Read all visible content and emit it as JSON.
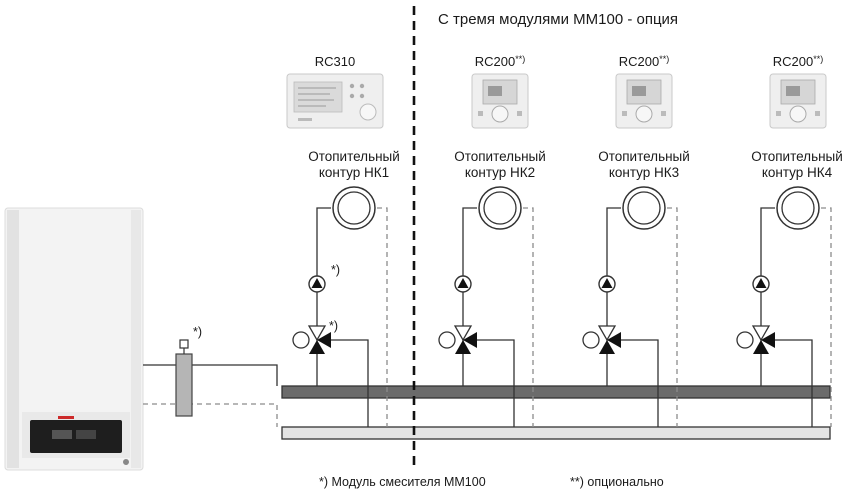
{
  "header": "С тремя модулями MM100 - опция",
  "controllers": [
    {
      "name": "RC310",
      "sup": ""
    },
    {
      "name": "RC200",
      "sup": "**)"
    },
    {
      "name": "RC200",
      "sup": "**)"
    },
    {
      "name": "RC200",
      "sup": "**)"
    }
  ],
  "circuits": [
    {
      "line1": "Отопительный",
      "line2": "контур НК1"
    },
    {
      "line1": "Отопительный",
      "line2": "контур НК2"
    },
    {
      "line1": "Отопительный",
      "line2": "контур НК3"
    },
    {
      "line1": "Отопительный",
      "line2": "контур НК4"
    }
  ],
  "marks": {
    "pump_mark": "*)",
    "valve_mark": "*)",
    "separator_mark": "*)"
  },
  "footnotes": {
    "mixer_module": "*) Модуль смесителя MM100",
    "optional": "**) опционально"
  },
  "colors": {
    "line": "#333333",
    "dashed": "#8c8c8c",
    "supply_manifold": "#6b6b6b",
    "return_manifold": "#e4e4e4",
    "boiler_body": "#f2f2f2",
    "separator": "#b5b5b5"
  }
}
